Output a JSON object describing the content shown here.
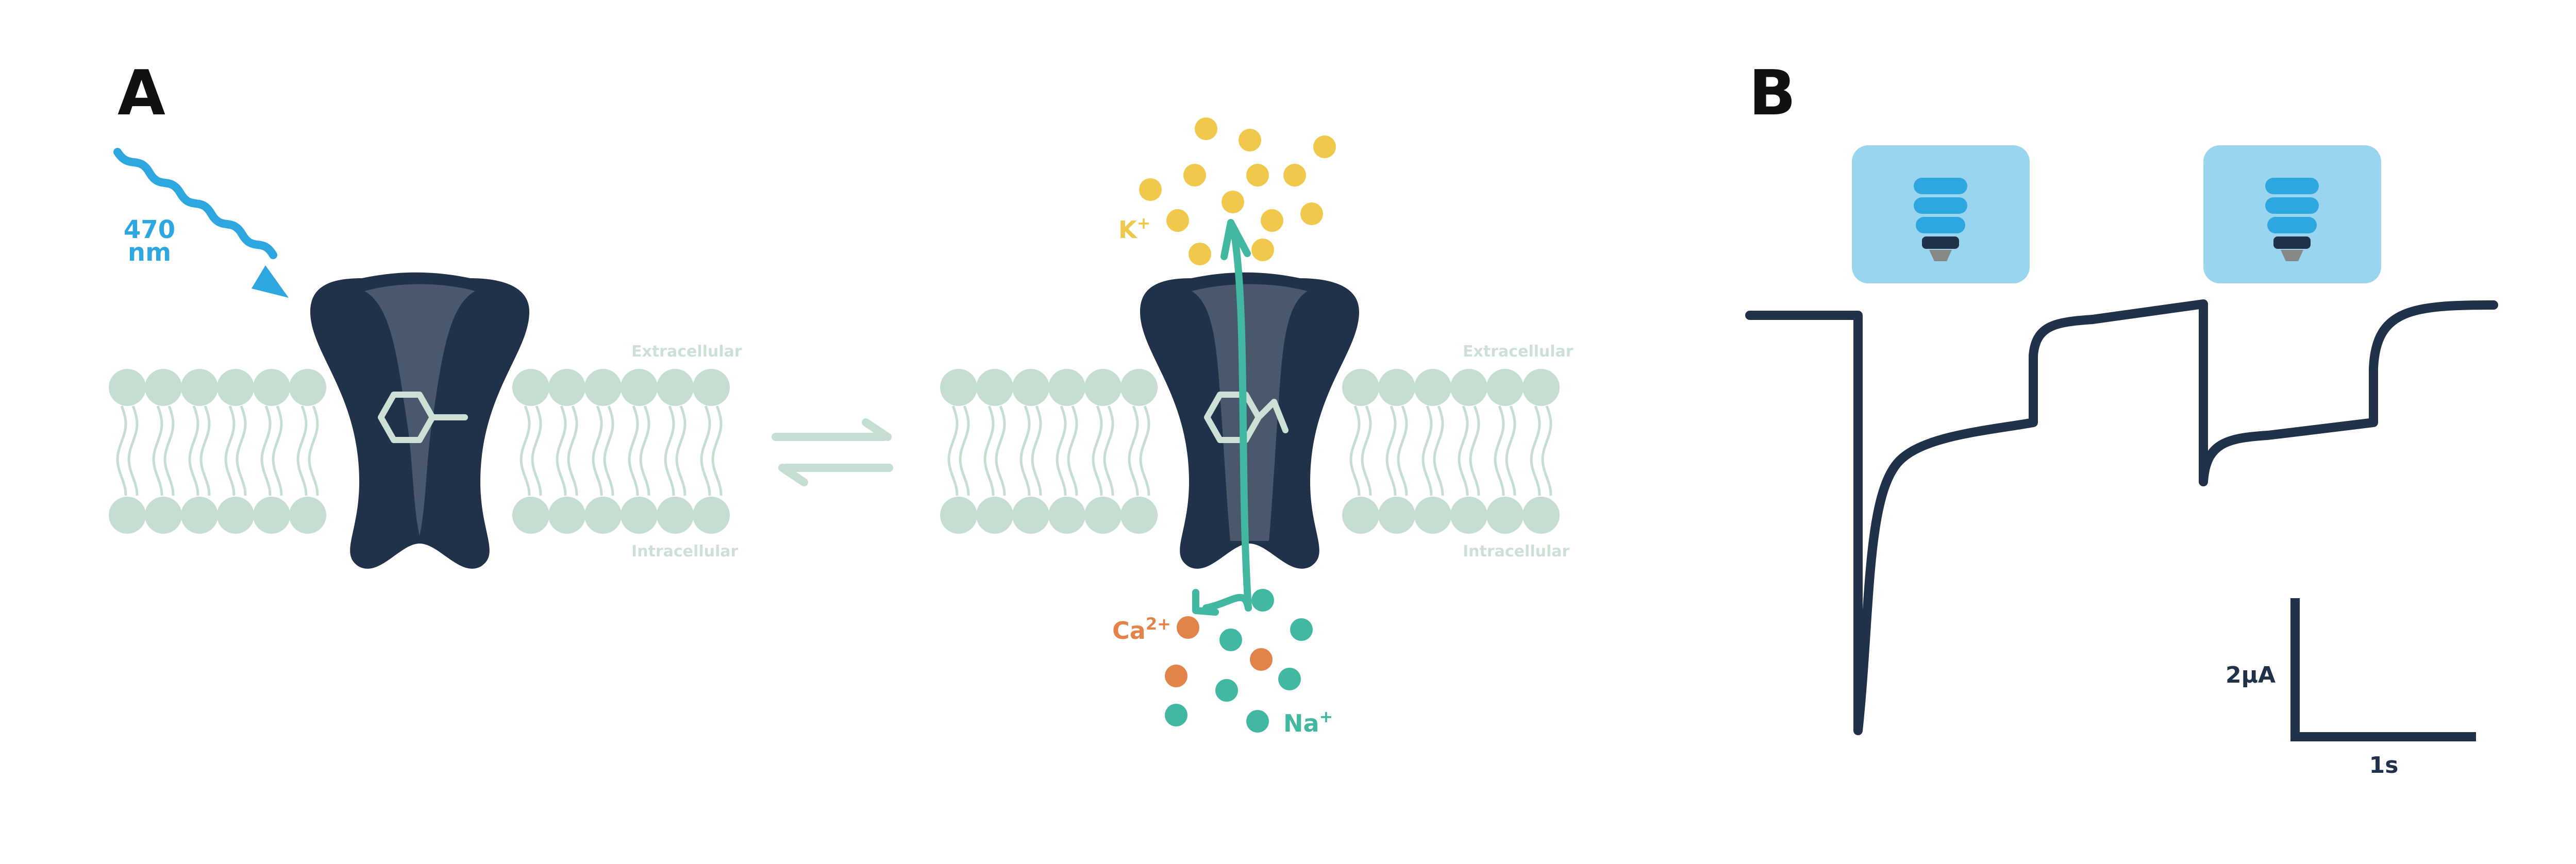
{
  "panel_a": {
    "label": "A",
    "wavelength_value": "470",
    "wavelength_unit": "nm",
    "left_membrane": {
      "top_label": "Extracellular",
      "bottom_label": "Intracellular"
    },
    "right_membrane": {
      "top_label": "Extracellular",
      "bottom_label": "Intracellular"
    },
    "ions": {
      "potassium": {
        "symbol": "K",
        "charge": "+"
      },
      "calcium": {
        "symbol": "Ca",
        "charge": "2+"
      },
      "sodium": {
        "symbol": "Na",
        "charge": "+"
      }
    }
  },
  "panel_b": {
    "label": "B",
    "scale_current": "2µA",
    "scale_time": "1s"
  },
  "colors": {
    "navy": "#22314a",
    "channel_inner": "#4a586c",
    "membrane": "#c6ddd2",
    "membrane_dark": "#b2cfc2",
    "membrane_label": "#cde0d6",
    "light_blue": "#2ea6e0",
    "light_box": "#9ad5f0",
    "potassium": "#f0c94c",
    "calcium": "#e2834a",
    "sodium": "#43b8a0"
  }
}
